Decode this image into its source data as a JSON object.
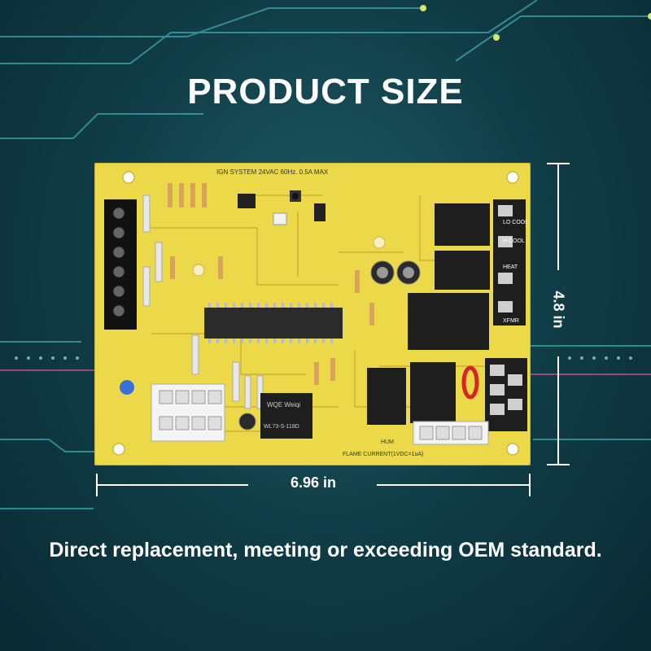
{
  "title": "PRODUCT SIZE",
  "tagline": "Direct replacement, meeting or exceeding OEM standard.",
  "dimensions": {
    "width": "6.96 in",
    "height": "4.8 in"
  },
  "board": {
    "header_text": "IGN SYSTEM 24VAC 60Hz. 0.5A MAX",
    "relay_brand": "WQE Weiqi",
    "relay_model": "WL73-S-118D",
    "terminal_labels": [
      "LO COOL",
      "H COOL",
      "HEAT",
      "XFMR"
    ],
    "bottom_labels": [
      "FLAME CURRENT(1VDC=1uA)",
      "HUM"
    ]
  },
  "colors": {
    "background": "#0f3a44",
    "board": "#ecd94a",
    "text": "#ffffff"
  }
}
